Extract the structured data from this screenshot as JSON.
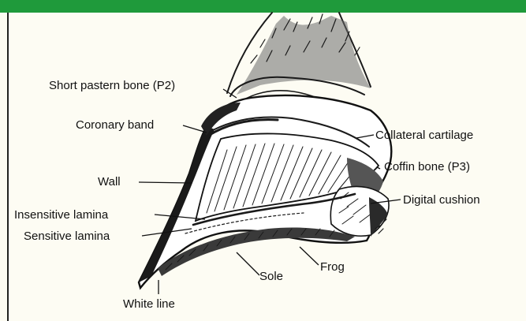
{
  "diagram": {
    "labels": {
      "short_pastern": "Short pastern bone (P2)",
      "coronary_band": "Coronary band",
      "collateral_cartilage": "Collateral cartilage",
      "coffin_bone": "Coffin bone (P3)",
      "wall": "Wall",
      "digital_cushion": "Digital cushion",
      "insensitive_lamina": "Insensitive lamina",
      "sensitive_lamina": "Sensitive lamina",
      "frog": "Frog",
      "sole": "Sole",
      "white_line": "White line"
    },
    "colors": {
      "header": "#1f9a3b",
      "ink": "#111111",
      "paper": "#fdfcf3"
    }
  }
}
